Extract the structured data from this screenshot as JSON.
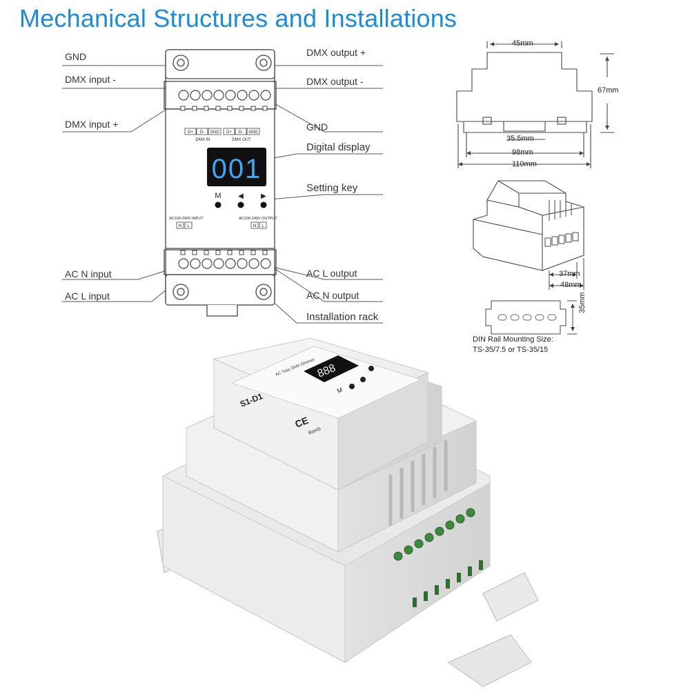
{
  "title": "Mechanical Structures and Installations",
  "callouts": {
    "gnd_left": "GND",
    "dmx_input_minus": "DMX input -",
    "dmx_input_plus": "DMX input +",
    "dmx_output_plus": "DMX output +",
    "dmx_output_minus": "DMX output -",
    "gnd_right": "GND",
    "digital_display": "Digital display",
    "setting_key": "Setting key",
    "ac_n_input": "AC N input",
    "ac_l_input": "AC L input",
    "ac_l_output": "AC L output",
    "ac_n_output": "AC N output",
    "installation_rack": "Installation rack"
  },
  "front_view": {
    "display_value": "001",
    "terminal_labels": [
      "D+",
      "D-",
      "GND",
      "D+",
      "D-",
      "GND"
    ],
    "dmx_in": "DMX IN",
    "dmx_out": "DMX OUT",
    "key_m": "M",
    "input_block": "AC100-240V INPUT",
    "output_block": "AC100-240V OUTPUT",
    "n": "N",
    "l": "L"
  },
  "dimensions": {
    "width_top": "45mm",
    "height": "67mm",
    "inner": "35.5mm",
    "mid": "98mm",
    "total": "110mm",
    "depth_a": "37mm",
    "depth_b": "48mm",
    "rail": "35mm"
  },
  "din_note": {
    "line1": "DIN Rail Mounting Size:",
    "line2": "TS-35/7.5 or TS-35/15"
  },
  "product": {
    "model": "S1-D1",
    "subtitle": "AC Triac DMX Dimmer",
    "display": "888",
    "key_m": "M",
    "ce": "CE",
    "rohs": "RoHS"
  },
  "colors": {
    "title": "#1a8ce0",
    "display_digits": "#3fa9f5",
    "terminal_green": "#3c8a3c"
  }
}
